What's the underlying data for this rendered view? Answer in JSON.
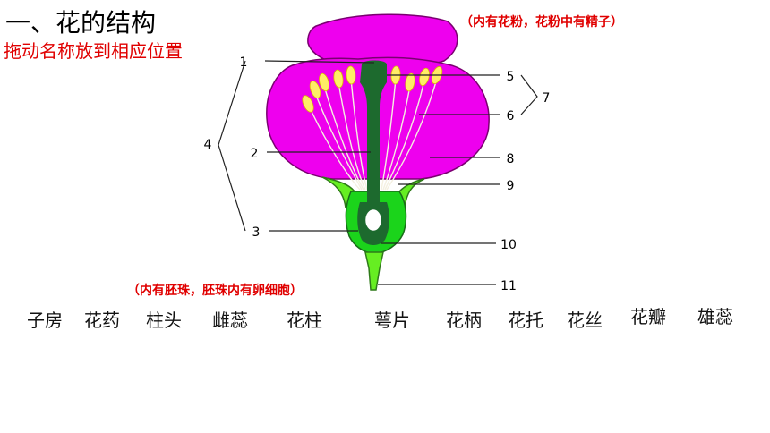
{
  "title": "一、花的结构",
  "instruction": "拖动名称放到相应位置",
  "notes": {
    "pollen": "（内有花粉，花粉中有精子）",
    "ovule": "（内有胚珠，胚珠内有卵细胞）"
  },
  "diagram": {
    "labels": [
      "1",
      "2",
      "3",
      "4",
      "5",
      "6",
      "7",
      "8",
      "9",
      "10",
      "11"
    ],
    "colors": {
      "petal": "#ee00ee",
      "petal_outline": "#7a0070",
      "anther": "#ffee66",
      "pistil": "#1d6a2e",
      "ovary": "#1bd41b",
      "sepal": "#66ee22"
    }
  },
  "draggable_terms": [
    "子房",
    "花药",
    "柱头",
    "雌蕊",
    "花柱",
    "萼片",
    "花柄",
    "花托",
    "花丝",
    "花瓣",
    "雄蕊"
  ]
}
